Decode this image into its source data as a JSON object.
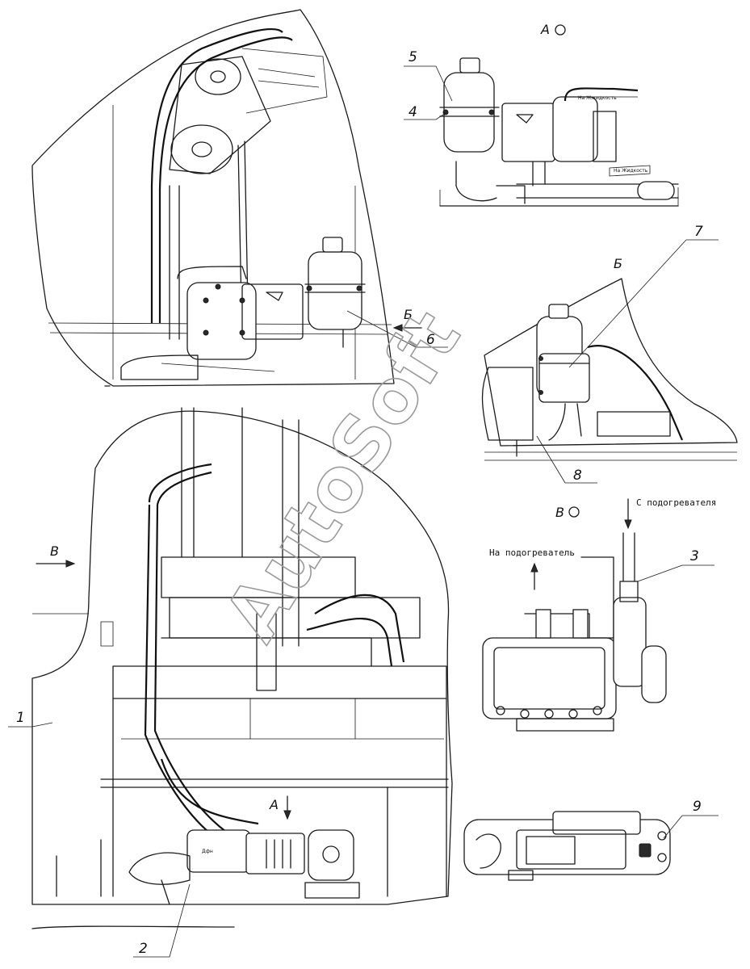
{
  "callouts": {
    "c1": "1",
    "c2": "2",
    "c3": "3",
    "c4": "4",
    "c5": "5",
    "c6": "6",
    "c7": "7",
    "c8": "8",
    "c9": "9"
  },
  "views": {
    "a_title": "А",
    "b_title": "Б",
    "v_title": "В",
    "b_arrow": "Б",
    "v_arrow": "В",
    "a_arrow": "А"
  },
  "notes": {
    "from_heater": "С подогревателя",
    "to_heater": "На подогреватель",
    "hose_tag_1": "На Жжидкость",
    "hose_tag_2": "На Жидкость",
    "heater_brand": "Дфн"
  },
  "watermark": "AutoSoft",
  "colors": {
    "line": "#1a1a1a",
    "watermark": "#9a9a9a",
    "background": "#ffffff"
  }
}
